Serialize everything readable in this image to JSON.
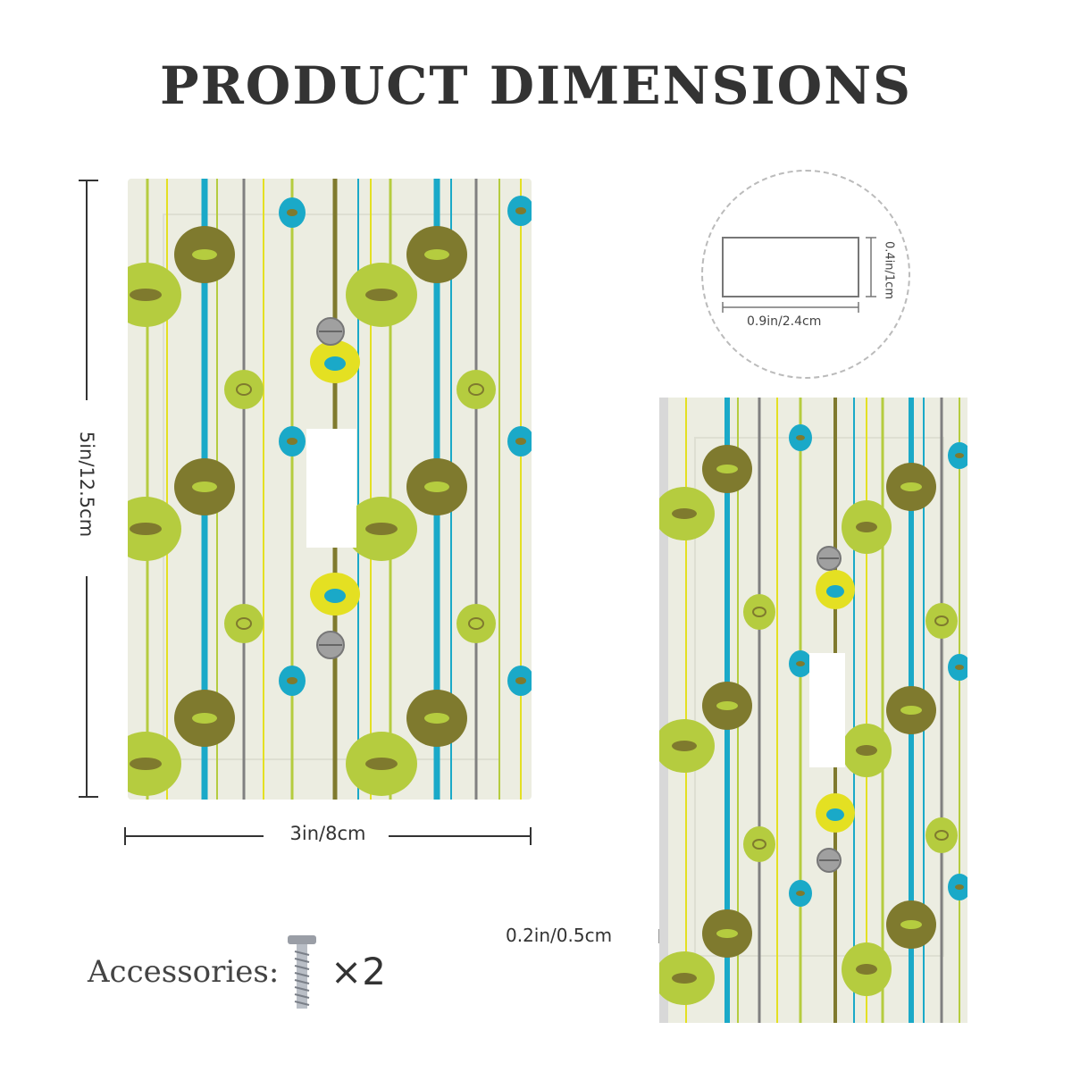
{
  "title": "PRODUCT DIMENSIONS",
  "dimensions": {
    "width": "3in/8cm",
    "height": "5in/12.5cm",
    "depth": "0.2in/0.5cm",
    "opening_width": "0.9in/2.4cm",
    "opening_height": "0.4in/1cm"
  },
  "accessories": {
    "label": "Accessories:",
    "count": "×2",
    "icon": "screw-icon"
  },
  "colors": {
    "background": "#eeeee2",
    "teal": "#1aa9c8",
    "olive": "#7f7a2e",
    "lime": "#b5cc3f",
    "yellow": "#e4e022",
    "gray": "#808080"
  }
}
